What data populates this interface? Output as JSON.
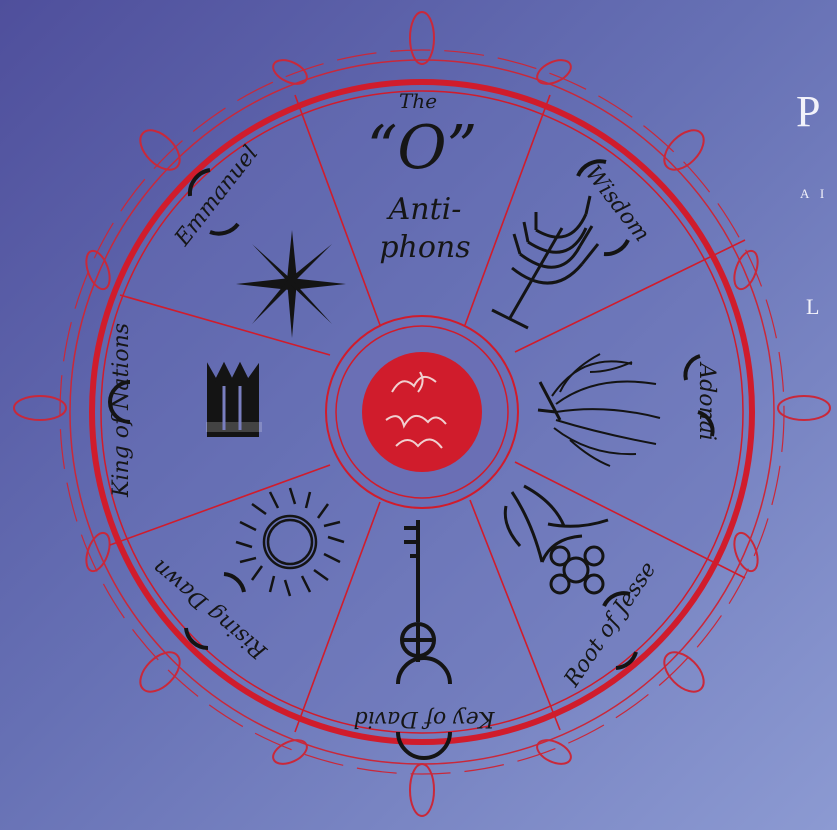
{
  "center_title": {
    "the": "The",
    "o": "“O”",
    "anti": "Anti-",
    "phons": "phons"
  },
  "segments": [
    {
      "label": "Wisdom",
      "icon": "menorah-icon"
    },
    {
      "label": "Adonai",
      "icon": "burning-bush-icon"
    },
    {
      "label": "Root of Jesse",
      "icon": "flowering-root-icon"
    },
    {
      "label": "Key of David",
      "icon": "key-icon"
    },
    {
      "label": "Rising Dawn",
      "icon": "sun-icon"
    },
    {
      "label": "King of Nations",
      "icon": "crown-icon"
    },
    {
      "label": "Emmanuel",
      "icon": "star-icon"
    }
  ],
  "side_text": {
    "title": "P",
    "line1": "A I",
    "line2": "L"
  },
  "colors": {
    "ring_red": "#d01c2c",
    "ink": "#141414",
    "background_start": "#4f4f9c",
    "background_end": "#8c9ad2"
  }
}
